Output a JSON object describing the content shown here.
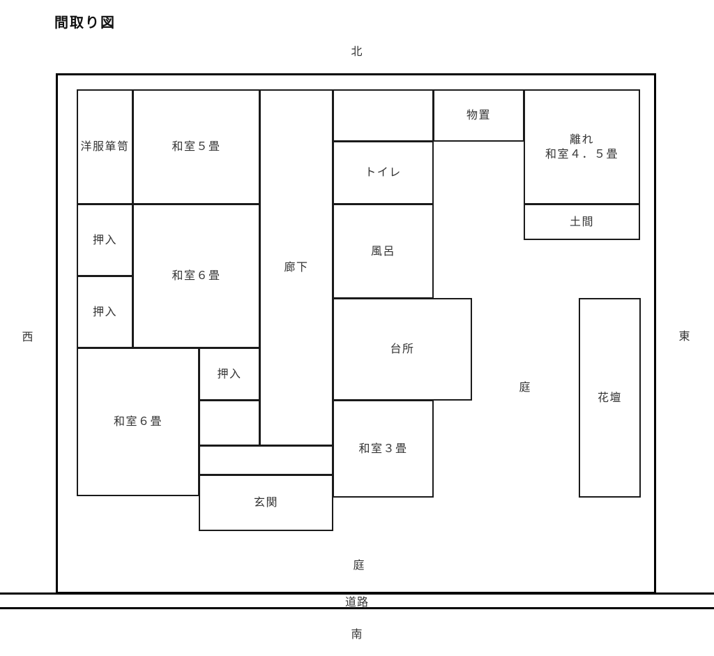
{
  "title": "間取り図",
  "compass": {
    "north": "北",
    "south": "南",
    "east": "東",
    "west": "西"
  },
  "road": {
    "label": "道路"
  },
  "garden": {
    "label_right": "庭",
    "label_bottom": "庭"
  },
  "colors": {
    "background": "#ffffff",
    "outer_wall": "#000000",
    "inner_wall": "#1a1a1a",
    "text": "#333333"
  },
  "rooms": {
    "wardrobe": {
      "label": "洋服箪笥"
    },
    "washitsu5": {
      "label": "和室５畳"
    },
    "oshiire_nw_upper": {
      "label": "押入"
    },
    "oshiire_nw_lower": {
      "label": "押入"
    },
    "washitsu6_center": {
      "label": "和室６畳"
    },
    "corridor": {
      "label": "廊下"
    },
    "north_room": {
      "label": ""
    },
    "toilet": {
      "label": "トイレ"
    },
    "bath": {
      "label": "風呂"
    },
    "kitchen": {
      "label": "台所"
    },
    "storage": {
      "label": "物置"
    },
    "hanare": {
      "label": "離れ",
      "sublabel": "和室４．５畳"
    },
    "doma": {
      "label": "土間"
    },
    "washitsu3": {
      "label": "和室３畳"
    },
    "oshiire_center": {
      "label": "押入"
    },
    "small_room": {
      "label": ""
    },
    "hall_strip": {
      "label": ""
    },
    "genkan": {
      "label": "玄関"
    },
    "washitsu6_sw": {
      "label": "和室６畳"
    },
    "flowerbed": {
      "label": "花壇"
    }
  }
}
